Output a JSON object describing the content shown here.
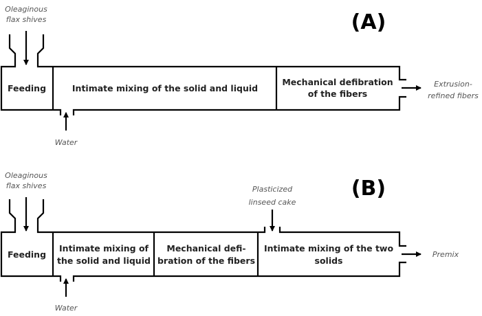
{
  "diagram_a": {
    "label": "(A)",
    "input_top": [
      "Oleaginous",
      "flax shives"
    ],
    "input_bottom": "Water",
    "steps": [
      {
        "lines": [
          "Feeding"
        ]
      },
      {
        "lines": [
          "Intimate mixing of the solid and liquid"
        ]
      },
      {
        "lines": [
          "Mechanical defibration",
          "of the fibers"
        ]
      }
    ],
    "output": [
      "Extrusion-",
      "refined fibers"
    ]
  },
  "diagram_b": {
    "label": "(B)",
    "input_top": [
      "Oleaginous",
      "flax shives"
    ],
    "input_bottom": "Water",
    "input_mid": [
      "Plasticized",
      "linseed cake"
    ],
    "steps": [
      {
        "lines": [
          "Feeding"
        ]
      },
      {
        "lines": [
          "Intimate mixing of",
          "the solid and liquid"
        ]
      },
      {
        "lines": [
          "Mechanical defi-",
          "bration of the fibers"
        ]
      },
      {
        "lines": [
          "Intimate mixing of the two",
          "solids"
        ]
      }
    ],
    "output": [
      "Premix"
    ]
  }
}
